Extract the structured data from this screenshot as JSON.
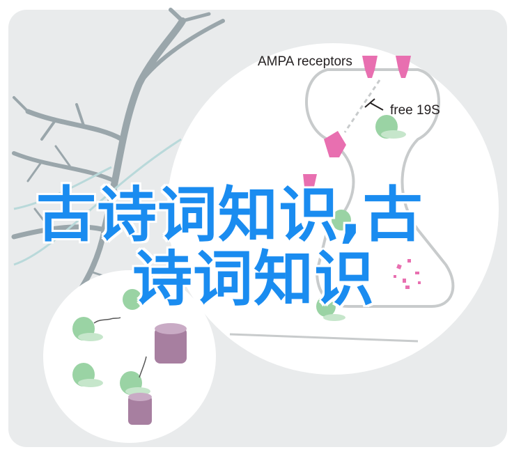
{
  "labels": {
    "ampa_receptors": "AMPA receptors",
    "free_19s": "free 19S"
  },
  "overlay": {
    "line1": "古诗词知识,古",
    "line2": "诗词知识"
  },
  "colors": {
    "background_panel": "#e9ebec",
    "neuron": "#9aa6ab",
    "circle": "#ffffff",
    "membrane": "#c8cbcc",
    "receptor": "#e86fb0",
    "proteasome_green": "#9ad3a4",
    "proteasome_purple": "#a77fa0",
    "overlay_text": "#1a8cf0"
  },
  "icons": [
    "ampa-receptor-icon",
    "proteasome-19s-icon",
    "inhibition-arrow-icon",
    "ubiquitin-chain-icon"
  ]
}
